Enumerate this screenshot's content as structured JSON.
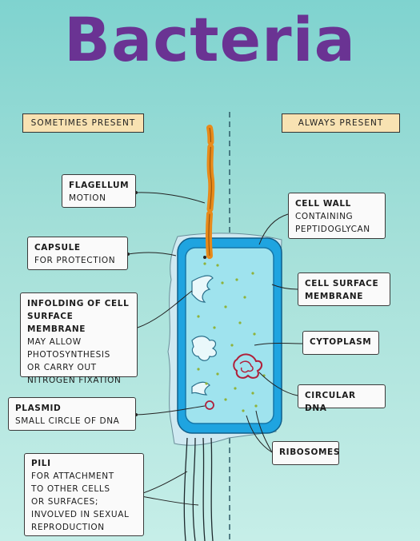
{
  "title": "Bacteria",
  "tags": {
    "sometimes": "SOMETIMES PRESENT",
    "always": "ALWAYS PRESENT"
  },
  "labels": {
    "flagellum": {
      "heading": "FLAGELLUM",
      "body": "MOTION"
    },
    "capsule": {
      "heading": "CAPSULE",
      "body": "FOR PROTECTION"
    },
    "infolding": {
      "heading": "INFOLDING OF CELL\nSURFACE MEMBRANE",
      "body": "MAY ALLOW\nPHOTOSYNTHESIS\nOR CARRY OUT\nNITROGEN FIXATION"
    },
    "plasmid": {
      "heading": "PLASMID",
      "body": "SMALL CIRCLE OF DNA"
    },
    "pili": {
      "heading": "PILI",
      "body": "FOR ATTACHMENT\nTO OTHER CELLS\nOR SURFACES;\nINVOLVED IN SEXUAL\nREPRODUCTION"
    },
    "cell_wall": {
      "heading": "CELL WALL",
      "body": "CONTAINING\nPEPTIDOGLYCAN"
    },
    "cell_surface_membrane": {
      "heading": "CELL SURFACE\nMEMBRANE",
      "body": ""
    },
    "cytoplasm": {
      "heading": "CYTOPLASM",
      "body": ""
    },
    "circular_dna": {
      "heading": "CIRCULAR DNA",
      "body": ""
    },
    "ribosomes": {
      "heading": "RIBOSOMES",
      "body": ""
    }
  },
  "colors": {
    "title": "#6a3393",
    "capsule": "#1fa4e0",
    "cytoplasm": "#9fe3ee",
    "flagellum": "#e88a1a",
    "dna": "#b0203a",
    "ribosome": "#8fb23a"
  }
}
